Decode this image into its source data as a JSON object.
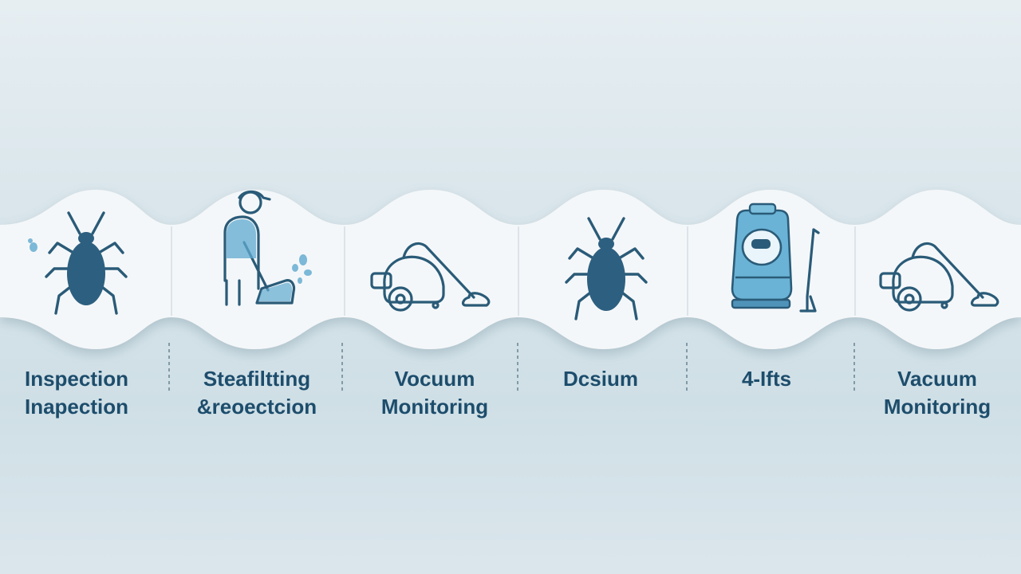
{
  "steps": [
    {
      "icon": "bed-bug-icon",
      "lines": [
        "Inspection",
        "Inapection"
      ]
    },
    {
      "icon": "worker-steamer-icon",
      "lines": [
        "Steafiltting",
        "&reoectcion"
      ]
    },
    {
      "icon": "vacuum-icon",
      "lines": [
        "Vocuum",
        "Monitoring"
      ]
    },
    {
      "icon": "bed-bug-icon",
      "lines": [
        "Dcsium"
      ]
    },
    {
      "icon": "heater-unit-icon",
      "lines": [
        "4-Ifts"
      ]
    },
    {
      "icon": "vacuum-icon",
      "lines": [
        "Vacuum",
        "Monitoring"
      ]
    }
  ],
  "colors": {
    "icon_stroke": "#2a5b78",
    "bug_fill": "#2d6080",
    "accent": "#5fa9cf",
    "text": "#1d4d6c"
  }
}
